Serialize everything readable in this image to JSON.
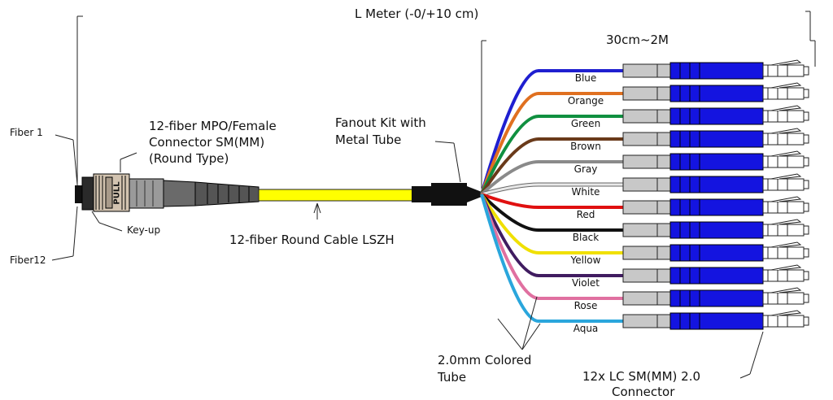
{
  "labels": {
    "length": "L   Meter (-0/+10 cm)",
    "breakout": "30cm~2M",
    "connector_title": [
      "12-fiber MPO/Female",
      "Connector SM(MM)",
      "(Round Type)"
    ],
    "fanout": [
      "Fanout Kit with",
      "Metal Tube"
    ],
    "fiber1": "Fiber 1",
    "fiber12": "Fiber12",
    "keyup": "Key-up",
    "pull": "PULL",
    "cable": "12-fiber Round Cable LSZH",
    "tube": [
      "2.0mm Colored",
      "Tube"
    ],
    "lc": [
      "12x LC SM(MM) 2.0",
      "Connector"
    ]
  },
  "fibers": [
    {
      "name": "Blue",
      "color": "#1f1fd0"
    },
    {
      "name": "Orange",
      "color": "#e07020"
    },
    {
      "name": "Green",
      "color": "#109040"
    },
    {
      "name": "Brown",
      "color": "#6a3a1a"
    },
    {
      "name": "Gray",
      "color": "#8a8a8a"
    },
    {
      "name": "White",
      "color": "#e8e8e8"
    },
    {
      "name": "Red",
      "color": "#e01010"
    },
    {
      "name": "Black",
      "color": "#111111"
    },
    {
      "name": "Yellow",
      "color": "#f0e000"
    },
    {
      "name": "Violet",
      "color": "#401c60"
    },
    {
      "name": "Rose",
      "color": "#e070a0"
    },
    {
      "name": "Aqua",
      "color": "#2aa6dc"
    }
  ],
  "colors": {
    "cable": "#ffff00",
    "lc_body": "#1414e0",
    "boot_gray": "#c8c8c8",
    "connector_beige": "#d2c3b0"
  }
}
